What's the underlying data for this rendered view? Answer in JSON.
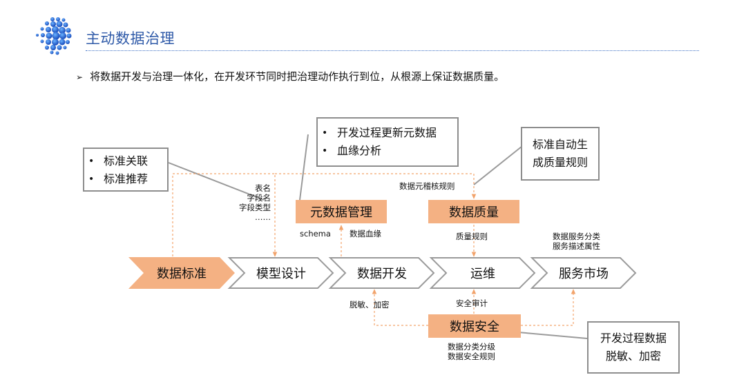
{
  "header": {
    "title": "主动数据治理",
    "bullet_marker": "➢",
    "bullet_text": "将数据开发与治理一体化，在开发环节同时把治理动作执行到位，从根源上保证数据质量。"
  },
  "flow": {
    "stages": [
      "数据标准",
      "模型设计",
      "数据开发",
      "运维",
      "服务市场"
    ]
  },
  "components": {
    "metadata": "元数据管理",
    "quality": "数据质量",
    "security": "数据安全"
  },
  "callouts": {
    "standard_items": [
      "标准关联",
      "标准推荐"
    ],
    "metadata_items": [
      "开发过程更新元数据",
      "血缘分析"
    ],
    "quality_note": [
      "标准自动生",
      "成质量规则"
    ],
    "security_note": [
      "开发过程数据",
      "脱敏、加密"
    ]
  },
  "labels": {
    "model_fields": [
      "表名",
      "字段名",
      "字段类型",
      "……"
    ],
    "schema": "schema",
    "lineage": "数据血缘",
    "meta_audit_rules": "数据元稽核规则",
    "quality_rules": "质量规则",
    "service_meta": [
      "数据服务分类",
      "服务描述属性"
    ],
    "desensitize": "脱敏、加密",
    "security_audit": "安全审计",
    "security_rules": [
      "数据分类分级",
      "数据安全规则"
    ]
  },
  "colors": {
    "title_blue": "#2f5aa8",
    "orange_fill": "#f4b183",
    "dashed_orange": "#f2a36b",
    "border_gray": "#8d8d8d"
  }
}
